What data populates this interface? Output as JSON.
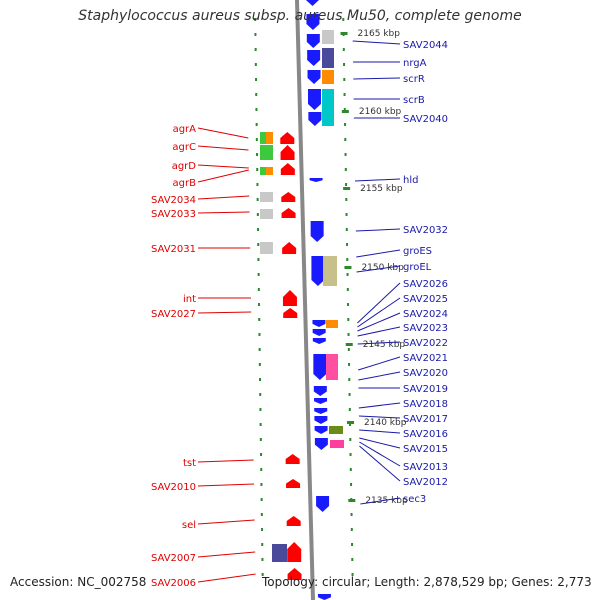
{
  "title": "Staphylococcus aureus subsp. aureus Mu50, complete genome",
  "footer": {
    "accession": "Accession: NC_002758",
    "summary": "Topology: circular; Length: 2,878,529 bp; Genes: 2,773"
  },
  "colors": {
    "forward_gene": "#1a1aff",
    "reverse_gene": "#ff0000",
    "label_right": "#1a1aa8",
    "label_left": "#e00000",
    "tick": "#2a8a2a",
    "backbone": "#888888"
  },
  "bp_ticks": [
    "2165 kbp",
    "2160 kbp",
    "2155 kbp",
    "2150 kbp",
    "2145 kbp",
    "2140 kbp",
    "2135 kbp"
  ],
  "right_genes": [
    {
      "name": "SAV2044",
      "color": "#c8c8c8"
    },
    {
      "name": "nrgA",
      "color": "#4a4a9a"
    },
    {
      "name": "scrR",
      "color": "#ff8c00"
    },
    {
      "name": "scrB",
      "color": "#00c8c8"
    },
    {
      "name": "SAV2040",
      "color": "#00c8c8"
    },
    {
      "name": "hld",
      "color": ""
    },
    {
      "name": "SAV2032",
      "color": ""
    },
    {
      "name": "groES",
      "color": "#c8c08a"
    },
    {
      "name": "groEL",
      "color": "#c8c08a"
    },
    {
      "name": "SAV2026",
      "color": ""
    },
    {
      "name": "SAV2025",
      "color": ""
    },
    {
      "name": "SAV2024",
      "color": "#ff8c00"
    },
    {
      "name": "SAV2023",
      "color": "#ff4fa0"
    },
    {
      "name": "SAV2022",
      "color": ""
    },
    {
      "name": "SAV2021",
      "color": "#ff4fa0"
    },
    {
      "name": "SAV2020",
      "color": ""
    },
    {
      "name": "SAV2019",
      "color": ""
    },
    {
      "name": "SAV2018",
      "color": ""
    },
    {
      "name": "SAV2017",
      "color": "#6a8a1a"
    },
    {
      "name": "SAV2016",
      "color": ""
    },
    {
      "name": "SAV2015",
      "color": "#ff3fa0"
    },
    {
      "name": "SAV2013",
      "color": ""
    },
    {
      "name": "SAV2012",
      "color": ""
    },
    {
      "name": "sec3",
      "color": ""
    }
  ],
  "left_genes": [
    {
      "name": "agrA",
      "color": "#3ec83e"
    },
    {
      "name": "agrC",
      "color": "#3ec83e"
    },
    {
      "name": "agrD",
      "color": "#ff8c00"
    },
    {
      "name": "agrB",
      "color": "#3ec83e"
    },
    {
      "name": "SAV2034",
      "color": "#c8c8c8"
    },
    {
      "name": "SAV2033",
      "color": "#c8c8c8"
    },
    {
      "name": "SAV2031",
      "color": "#c8c8c8"
    },
    {
      "name": "int",
      "color": ""
    },
    {
      "name": "SAV2027",
      "color": ""
    },
    {
      "name": "tst",
      "color": ""
    },
    {
      "name": "SAV2010",
      "color": ""
    },
    {
      "name": "sel",
      "color": ""
    },
    {
      "name": "SAV2007",
      "color": "#4a4a9a"
    },
    {
      "name": "SAV2006",
      "color": ""
    }
  ]
}
